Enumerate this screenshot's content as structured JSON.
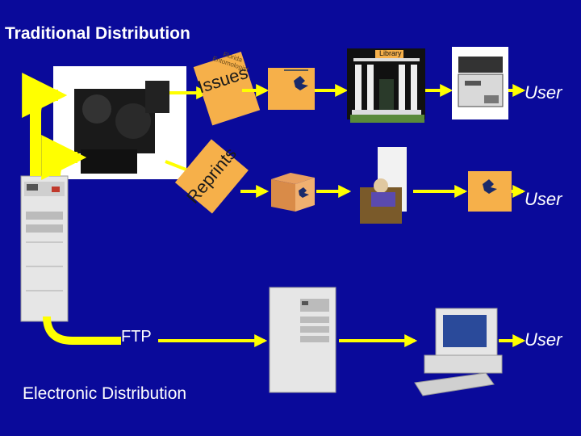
{
  "title": "Traditional Distribution",
  "ftp_label": "FTP",
  "electronic_label": "Electronic Distribution",
  "user_labels": [
    "User",
    "User",
    "User"
  ],
  "issues_card": {
    "journal_line1": "Florida",
    "journal_line2": "Entomologist",
    "label": "Issues"
  },
  "reprints_label": "Reprints",
  "library_sign": "Library",
  "colors": {
    "background": "#0a0a9a",
    "arrow": "#ffff00",
    "card": "#f6b04a",
    "text": "#ffffff"
  }
}
